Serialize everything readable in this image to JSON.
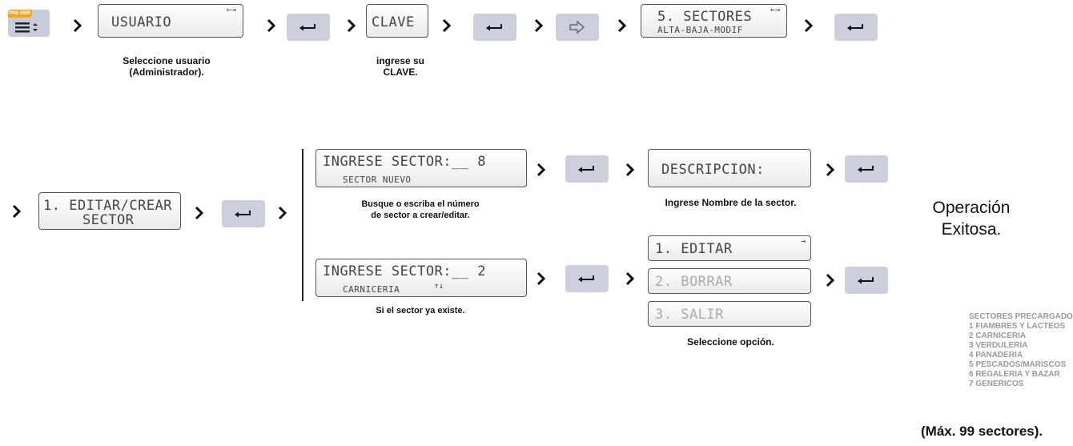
{
  "menu_button": {
    "badge": "PRE EMP.",
    "icon": "menu-updown-icon"
  },
  "row1": {
    "usuario_display": "USUARIO",
    "usuario_caption": "Seleccione usuario\n(Administrador).",
    "clave_display": "CLAVE",
    "clave_caption": "ingrese su\nCLAVE.",
    "sectores_line1": "5. SECTORES",
    "sectores_line2": "ALTA-BAJA-MODIF"
  },
  "row2": {
    "editar_line1": "1. EDITAR/CREAR",
    "editar_line2": "SECTOR",
    "new_sector": {
      "line1": "INGRESE SECTOR:__ 8",
      "line2": "SECTOR NUEVO",
      "caption": "Busque o escriba el número\nde sector a crear/editar."
    },
    "descripcion": {
      "line1": "DESCRIPCION:",
      "caption": "Ingrese Nombre de la sector."
    },
    "existing_sector": {
      "line1": "INGRESE SECTOR:__ 2",
      "line2": "CARNICERIA",
      "caption": "Si el sector ya existe."
    },
    "options": [
      "1. EDITAR",
      "2. BORRAR",
      "3. SALIR"
    ],
    "options_caption": "Seleccione opción."
  },
  "result": "Operación\nExitosa.",
  "preloaded": {
    "title": "SECTORES PRECARGADOS:",
    "items": [
      "1 FIAMBRES Y LACTEOS",
      "2 CARNICERIA",
      "3 VERDULERIA",
      "4 PANADERIA",
      "5 PESCADOS/MARISCOS",
      "6 REGALERIA Y BAZAR",
      "7 GENERICOS"
    ],
    "max_note": "(Máx. 99 sectores)."
  },
  "colors": {
    "key_bg": "#cdd0dc",
    "badge": "#f2a51e",
    "notes_text": "#999999"
  }
}
